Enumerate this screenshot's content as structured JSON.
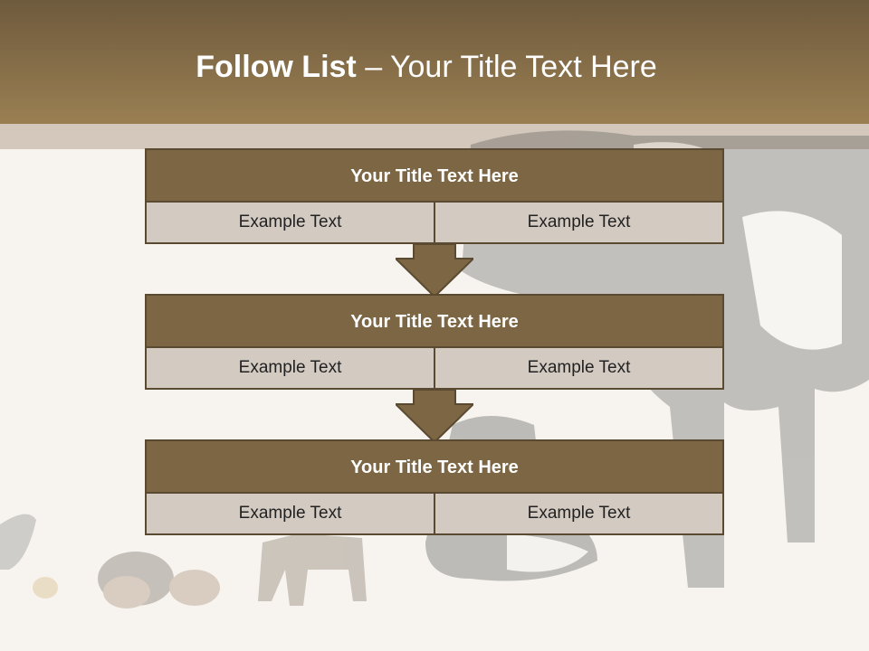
{
  "slide": {
    "title_bold": "Follow List",
    "title_rest": " – Your Title Text Here"
  },
  "blocks": [
    {
      "title": "Your Title Text Here",
      "cells": [
        "Example Text",
        "Example Text"
      ]
    },
    {
      "title": "Your Title Text Here",
      "cells": [
        "Example Text",
        "Example Text"
      ]
    },
    {
      "title": "Your Title Text Here",
      "cells": [
        "Example Text",
        "Example Text"
      ]
    }
  ],
  "colors": {
    "header": "#8a7049",
    "block_head": "#7d6643",
    "cell": "#d3cac2",
    "border": "#5b4a32"
  },
  "background_picture": "farm-animals-photo"
}
